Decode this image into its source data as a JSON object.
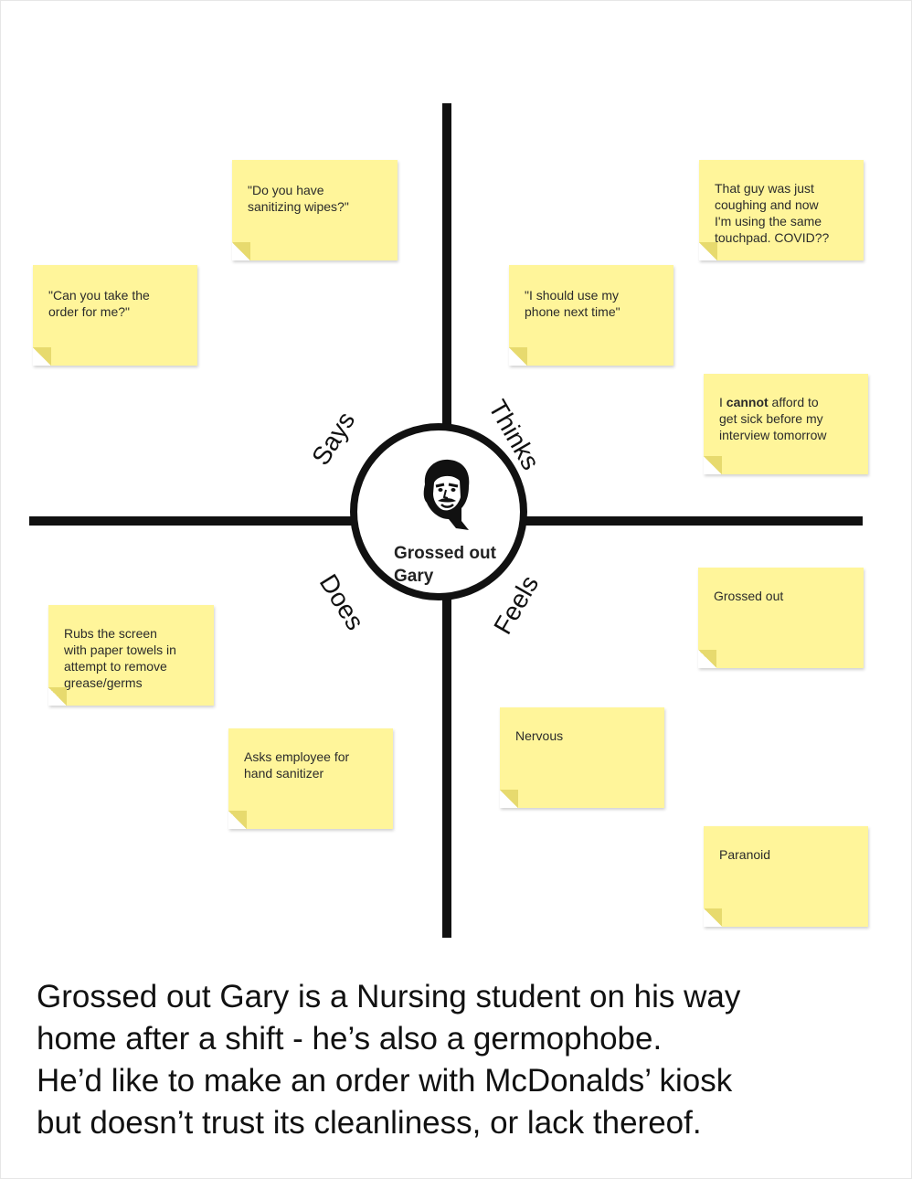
{
  "center": {
    "label": "Grossed out\nGary",
    "icon": "persona-face-icon"
  },
  "quadrants": {
    "says": "Says",
    "thinks": "Thinks",
    "does": "Does",
    "feels": "Feels"
  },
  "notes": {
    "says_1": "\"Do you have\nsanitizing wipes?\"",
    "says_2": "\"Can you take the\norder for me?\"",
    "thinks_1": "That guy was just\ncoughing and now\nI'm using the same\ntouchpad. COVID??",
    "thinks_2": "\"I should use my\nphone next time\"",
    "thinks_3_pre": "I ",
    "thinks_3_bold": "cannot",
    "thinks_3_post": " afford to\nget sick before my\ninterview tomorrow",
    "does_1": "Rubs the screen\nwith paper towels in\nattempt to remove\ngrease/germs",
    "does_2": "Asks employee for\nhand sanitizer",
    "feels_1": "Grossed out",
    "feels_2": "Nervous",
    "feels_3": "Paranoid"
  },
  "caption": "Grossed out Gary is a Nursing student on his way\nhome after a shift - he’s also a germophobe.\nHe’d like to make an order with McDonalds’ kiosk\nbut doesn’t trust its cleanliness, or lack thereof.",
  "colors": {
    "note": "#fff59a",
    "axis": "#111111"
  }
}
